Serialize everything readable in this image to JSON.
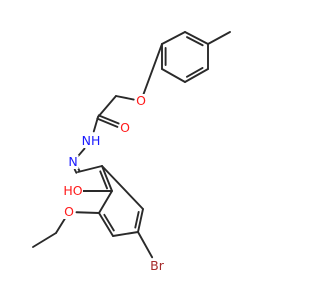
{
  "molecule": {
    "atoms": [
      {
        "id": "methyl",
        "symbol": "C"
      },
      {
        "id": "tol-c3",
        "symbol": "C"
      },
      {
        "id": "tol-c2",
        "symbol": "C"
      },
      {
        "id": "tol-c1",
        "symbol": "C"
      },
      {
        "id": "tol-c6",
        "symbol": "C"
      },
      {
        "id": "tol-c5",
        "symbol": "C"
      },
      {
        "id": "tol-c4",
        "symbol": "C"
      },
      {
        "id": "ether-o",
        "symbol": "O",
        "label": "O",
        "color": "#ff1a1a"
      },
      {
        "id": "ch2",
        "symbol": "C"
      },
      {
        "id": "carbonyl-c",
        "symbol": "C"
      },
      {
        "id": "carbonyl-o",
        "symbol": "O",
        "label": "O",
        "color": "#ff1a1a"
      },
      {
        "id": "nh",
        "symbol": "N",
        "label": "NH",
        "color": "#1a1aff"
      },
      {
        "id": "imine-n",
        "symbol": "N",
        "label": "N",
        "color": "#1a1aff"
      },
      {
        "id": "imine-ch",
        "symbol": "C"
      },
      {
        "id": "ar-c1",
        "symbol": "C"
      },
      {
        "id": "ar-c2",
        "symbol": "C"
      },
      {
        "id": "ar-c3",
        "symbol": "C"
      },
      {
        "id": "ar-c4",
        "symbol": "C"
      },
      {
        "id": "ar-c5",
        "symbol": "C"
      },
      {
        "id": "ar-c6",
        "symbol": "C"
      },
      {
        "id": "hydroxyl-o",
        "symbol": "O",
        "label": "HO",
        "color": "#ff1a1a"
      },
      {
        "id": "ethoxy-o",
        "symbol": "O",
        "label": "O",
        "color": "#ff1a1a"
      },
      {
        "id": "ethyl-ch2",
        "symbol": "C"
      },
      {
        "id": "ethyl-ch3",
        "symbol": "C"
      },
      {
        "id": "bromine",
        "symbol": "Br",
        "label": "Br",
        "color": "#a52a2a"
      }
    ],
    "bonds": [
      {
        "from": "methyl",
        "to": "tol-c3",
        "order": 1
      },
      {
        "from": "tol-c3",
        "to": "tol-c2",
        "order": 2
      },
      {
        "from": "tol-c2",
        "to": "tol-c1",
        "order": 1
      },
      {
        "from": "tol-c1",
        "to": "tol-c6",
        "order": 2
      },
      {
        "from": "tol-c6",
        "to": "tol-c5",
        "order": 1
      },
      {
        "from": "tol-c5",
        "to": "tol-c4",
        "order": 2
      },
      {
        "from": "tol-c4",
        "to": "tol-c3",
        "order": 1
      },
      {
        "from": "tol-c1",
        "to": "ether-o",
        "order": 1
      },
      {
        "from": "ether-o",
        "to": "ch2",
        "order": 1
      },
      {
        "from": "ch2",
        "to": "carbonyl-c",
        "order": 1
      },
      {
        "from": "carbonyl-c",
        "to": "carbonyl-o",
        "order": 2
      },
      {
        "from": "carbonyl-c",
        "to": "nh",
        "order": 1
      },
      {
        "from": "nh",
        "to": "imine-n",
        "order": 1
      },
      {
        "from": "imine-n",
        "to": "imine-ch",
        "order": 2
      },
      {
        "from": "imine-ch",
        "to": "ar-c1",
        "order": 1
      },
      {
        "from": "ar-c1",
        "to": "ar-c2",
        "order": 2
      },
      {
        "from": "ar-c2",
        "to": "ar-c3",
        "order": 1
      },
      {
        "from": "ar-c3",
        "to": "ar-c4",
        "order": 2
      },
      {
        "from": "ar-c4",
        "to": "ar-c5",
        "order": 1
      },
      {
        "from": "ar-c5",
        "to": "ar-c6",
        "order": 2
      },
      {
        "from": "ar-c6",
        "to": "ar-c1",
        "order": 1
      },
      {
        "from": "ar-c2",
        "to": "hydroxyl-o",
        "order": 1
      },
      {
        "from": "ar-c3",
        "to": "ethoxy-o",
        "order": 1
      },
      {
        "from": "ethoxy-o",
        "to": "ethyl-ch2",
        "order": 1
      },
      {
        "from": "ethyl-ch2",
        "to": "ethyl-ch3",
        "order": 1
      },
      {
        "from": "ar-c5",
        "to": "bromine",
        "order": 1
      }
    ]
  }
}
